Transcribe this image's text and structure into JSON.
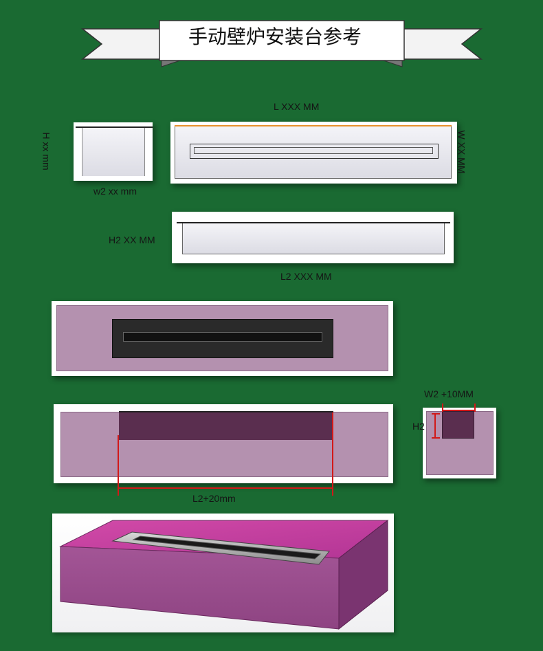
{
  "title": "手动壁炉安装台参考",
  "labels": {
    "side_height": "H xx mm",
    "side_width": "w2 xx mm",
    "top_length": "L XXX  MM",
    "top_width": "W XX  MM",
    "front_height": "H2  XX MM",
    "front_length": "L2  XXX  MM",
    "cutout_length": "L2+20mm",
    "cutout_width": "W2 +10MM",
    "cutout_height": "H2"
  },
  "colors": {
    "background": "#1a6a32",
    "mauve": "#b491af",
    "recess": "#5a2e4f",
    "burner": "#2a2a2a",
    "dimension_line": "#d21818",
    "accent_edge": "#e8902a",
    "box_top": "#c63c9e",
    "box_front": "#9c4e8e"
  }
}
